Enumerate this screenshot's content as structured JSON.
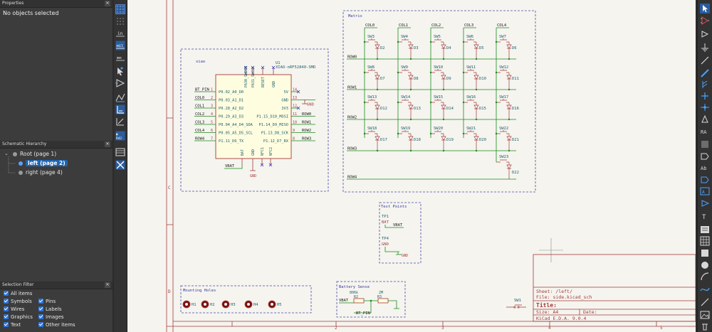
{
  "properties": {
    "title": "Properties",
    "message": "No objects selected"
  },
  "hierarchy": {
    "title": "Schematic Hierarchy",
    "items": [
      {
        "label": "Root (page 1)"
      },
      {
        "label": "left (page 2)"
      },
      {
        "label": "right (page 4)"
      }
    ]
  },
  "selection_filter": {
    "title": "Selection Filter",
    "items": [
      "All items",
      "Symbols",
      "Pins",
      "Wires",
      "Labels",
      "Graphics",
      "Images",
      "Text",
      "Other items"
    ]
  },
  "toolbar_left": [
    "grid-icon",
    "polar-icon",
    "inches-icon",
    "mils-icon",
    "millimeters-icon",
    "cursor-icon",
    "pin-hidden-icon",
    "wire-mode-icon",
    "hierarchy-nav-icon",
    "erc-icon",
    "simulator-icon",
    "sym-editor-icon",
    "properties-icon"
  ],
  "toolbar_left_labels": {
    "in": "in",
    "mil": "mil",
    "mm": "mm",
    "r42": "R42"
  },
  "toolbar_right": [
    "select-icon",
    "symbol-add-icon",
    "power-add-icon",
    "wire-icon",
    "bus-icon",
    "bus-entry-icon",
    "no-connect-icon",
    "junction-icon",
    "label-icon",
    "global-label-icon",
    "hier-label-icon",
    "sheet-icon",
    "import-pin-icon",
    "text-icon",
    "textbox-icon",
    "table-icon",
    "rect-icon",
    "circle-icon",
    "arc-icon",
    "bezier-icon",
    "line-icon",
    "image-icon",
    "delete-icon"
  ],
  "schematic": {
    "xiao": {
      "title": "xiao",
      "ref": "U1",
      "value": "XIAO-nRF52840-SMD",
      "left_pins": [
        {
          "net": "BT_PIN",
          "num": "1",
          "name": "P0.02_A0_D0"
        },
        {
          "net": "COL0",
          "num": "2",
          "name": "P0.03_A1_D1"
        },
        {
          "net": "COL1",
          "num": "3",
          "name": "P0.28_A2_D2"
        },
        {
          "net": "COL2",
          "num": "4",
          "name": "P0.29_A3_D3"
        },
        {
          "net": "COL3",
          "num": "5",
          "name": "P0.04_A4_D4_SDA"
        },
        {
          "net": "COL4",
          "num": "6",
          "name": "P0.05_A5_D5_SCL"
        },
        {
          "net": "ROW4",
          "num": "7",
          "name": "P1.11_D6_TX"
        }
      ],
      "right_pins": [
        {
          "num": "14",
          "name": "5V",
          "net": ""
        },
        {
          "num": "13",
          "name": "GND",
          "net": "GND"
        },
        {
          "num": "12",
          "name": "3V3",
          "net": ""
        },
        {
          "num": "11",
          "name": "P1.15_D10_MOSI",
          "net": "ROW0"
        },
        {
          "num": "10",
          "name": "P1.14_D9_MISO",
          "net": "ROW1"
        },
        {
          "num": "9",
          "name": "P1.13_D8_SCK",
          "net": "ROW2"
        },
        {
          "num": "8",
          "name": "P1.12_D7_RX",
          "net": "ROW3"
        }
      ],
      "top_pins": [
        "PA30_SWDIO",
        "PA31_SWCLK",
        "RESET",
        "GND"
      ],
      "bottom_pins": [
        "BAT",
        "GND",
        "NFC1",
        "NFC2"
      ],
      "vbat": "VBAT",
      "gnd": "GND"
    },
    "matrix": {
      "title": "Matrix",
      "cols": [
        "COL0",
        "COL1",
        "COL2",
        "COL3",
        "COL4"
      ],
      "rows": [
        "ROW0",
        "ROW1",
        "ROW2",
        "ROW3",
        "ROW4"
      ],
      "switches": [
        [
          "SW3",
          "SW4",
          "SW5",
          "SW6",
          "SW7"
        ],
        [
          "SW8",
          "SW9",
          "SW10",
          "SW11",
          "SW12"
        ],
        [
          "SW13",
          "SW14",
          "SW15",
          "SW16",
          "SW17"
        ],
        [
          "SW18",
          "SW19",
          "SW20",
          "SW21",
          "SW22"
        ]
      ],
      "diodes": [
        [
          "D2",
          "D3",
          "D4",
          "D5",
          "D6"
        ],
        [
          "D7",
          "D8",
          "D9",
          "D10",
          "D11"
        ],
        [
          "D12",
          "D13",
          "D14",
          "D15",
          "D16"
        ],
        [
          "D17",
          "D18",
          "D19",
          "D20",
          "D21"
        ]
      ],
      "extra_switch": "SW23",
      "extra_diode": "D22"
    },
    "test_points": {
      "title": "Test Points",
      "tp1": "TP1",
      "tp1_pin": "BAT",
      "tp1_net": "VBAT",
      "tp4": "TP4",
      "tp4_pin": "GND",
      "tp4_net": "GND"
    },
    "mounting": {
      "title": "Mounting Holes",
      "holes": [
        "H1",
        "H2",
        "H3",
        "H4",
        "H5"
      ]
    },
    "battery": {
      "title": "Battery Sense",
      "r2": "R2",
      "r2_val": "806k",
      "r3": "R3",
      "r3_val": "2M",
      "vbat": "VBAT",
      "bt_pin": "BT_PIN"
    },
    "sw1": "SW1",
    "title_block": {
      "sheet": "Sheet: /left/",
      "file": "File: side.kicad_sch",
      "title": "Title:",
      "size": "Size: A4",
      "date": "Date:",
      "tool": "KiCad E.D.A. 9.0.4"
    },
    "border": {
      "cols": [
        "2",
        "3",
        "4",
        "5"
      ],
      "rows": [
        "C",
        "D"
      ]
    }
  }
}
